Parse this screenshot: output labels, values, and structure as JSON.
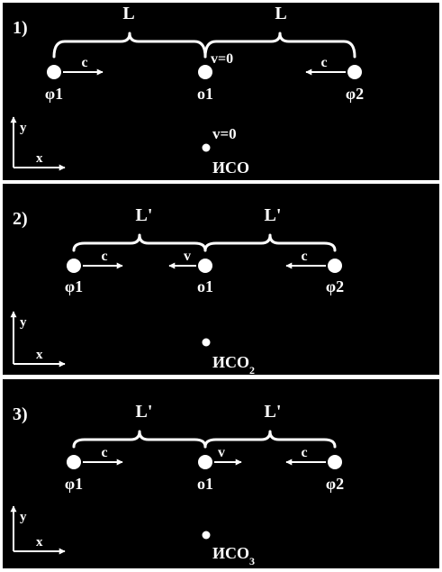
{
  "colors": {
    "background": "#000000",
    "border": "#ffffff",
    "ink": "#ffffff"
  },
  "panels": [
    {
      "label": "1)",
      "distance_left": "L",
      "distance_right": "L",
      "photon_left": "φ1",
      "photon_right": "φ2",
      "observer": "o1",
      "photon_left_velocity": "c",
      "photon_right_velocity": "c",
      "observer_velocity": "v=0",
      "observer_velocity_direction": "none",
      "frame_velocity": "v=0",
      "frame_name": "ИСО",
      "frame_subscript": "",
      "axis_x": "x",
      "axis_y": "y"
    },
    {
      "label": "2)",
      "distance_left": "L'",
      "distance_right": "L'",
      "photon_left": "φ1",
      "photon_right": "φ2",
      "observer": "o1",
      "photon_left_velocity": "c",
      "photon_right_velocity": "c",
      "observer_velocity": "v",
      "observer_velocity_direction": "left",
      "frame_velocity": "",
      "frame_name": "ИСО",
      "frame_subscript": "2",
      "axis_x": "x",
      "axis_y": "y"
    },
    {
      "label": "3)",
      "distance_left": "L'",
      "distance_right": "L'",
      "photon_left": "φ1",
      "photon_right": "φ2",
      "observer": "o1",
      "photon_left_velocity": "c",
      "photon_right_velocity": "c",
      "observer_velocity": "v",
      "observer_velocity_direction": "right",
      "frame_velocity": "",
      "frame_name": "ИСО",
      "frame_subscript": "3",
      "axis_x": "x",
      "axis_y": "y"
    }
  ]
}
